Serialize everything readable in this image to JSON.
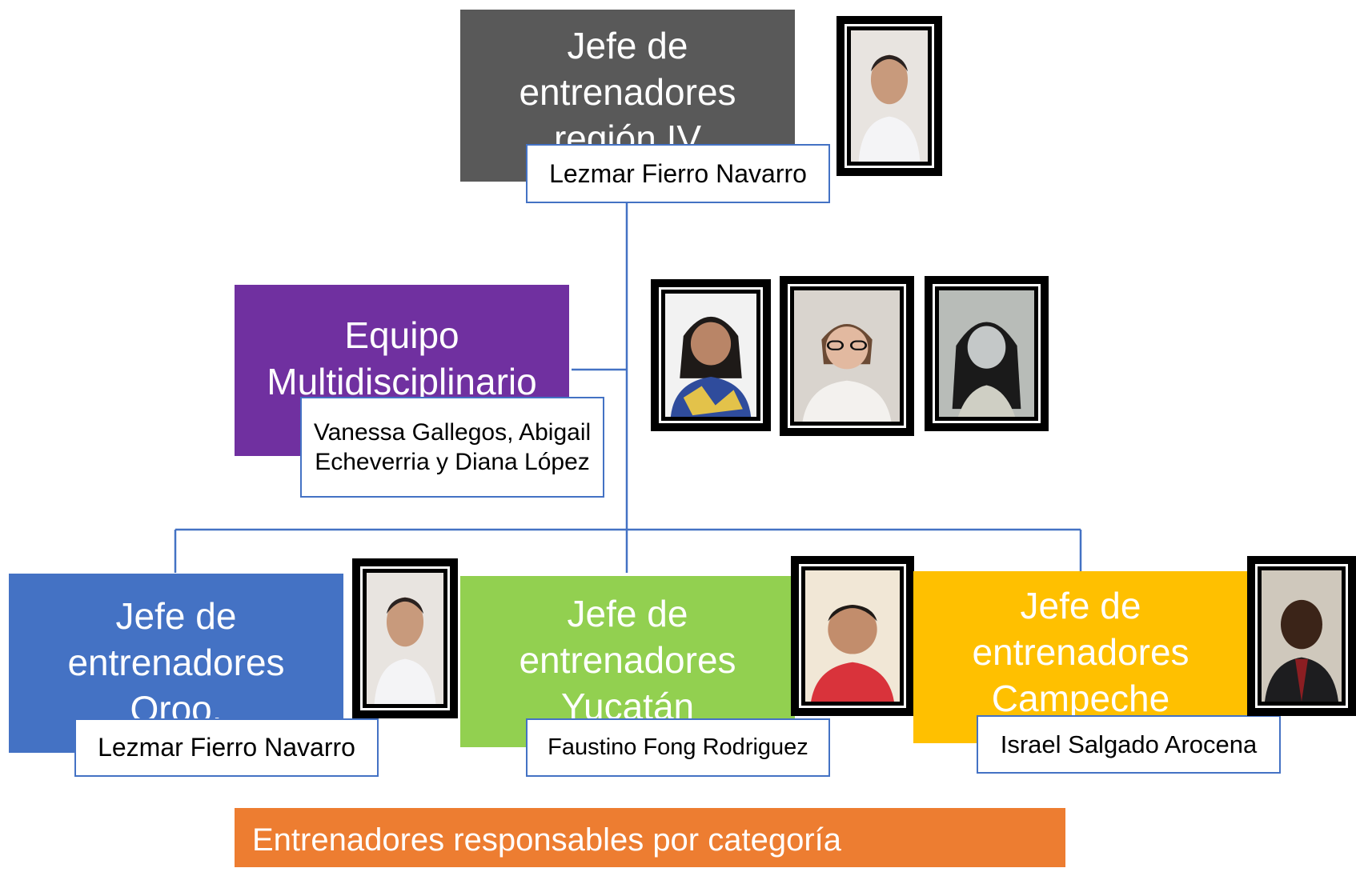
{
  "chief": {
    "title_lines": [
      "Jefe de",
      "entrenadores",
      "región IV"
    ],
    "name": "Lezmar Fierro Navarro",
    "color": "#595959"
  },
  "multi": {
    "title_lines": [
      "Equipo",
      "Multidisciplinario"
    ],
    "name_lines": [
      "Vanessa Gallegos, Abigail",
      "Echeverria y Diana López"
    ],
    "color": "#7030a0"
  },
  "qroo": {
    "title_lines": [
      "Jefe de",
      "entrenadores",
      "Qroo."
    ],
    "name": "Lezmar Fierro Navarro",
    "color": "#4472c4"
  },
  "yucatan": {
    "title_lines": [
      "Jefe de",
      "entrenadores",
      "Yucatán"
    ],
    "name": "Faustino Fong Rodriguez",
    "color": "#92d050"
  },
  "campeche": {
    "title_lines": [
      "Jefe de",
      "entrenadores",
      "Campeche"
    ],
    "name": "Israel Salgado Arocena",
    "color": "#ffc000"
  },
  "banner": {
    "text": "Entrenadores responsables por categoría",
    "color": "#ed7d31"
  },
  "connector_color": "#4472c4"
}
